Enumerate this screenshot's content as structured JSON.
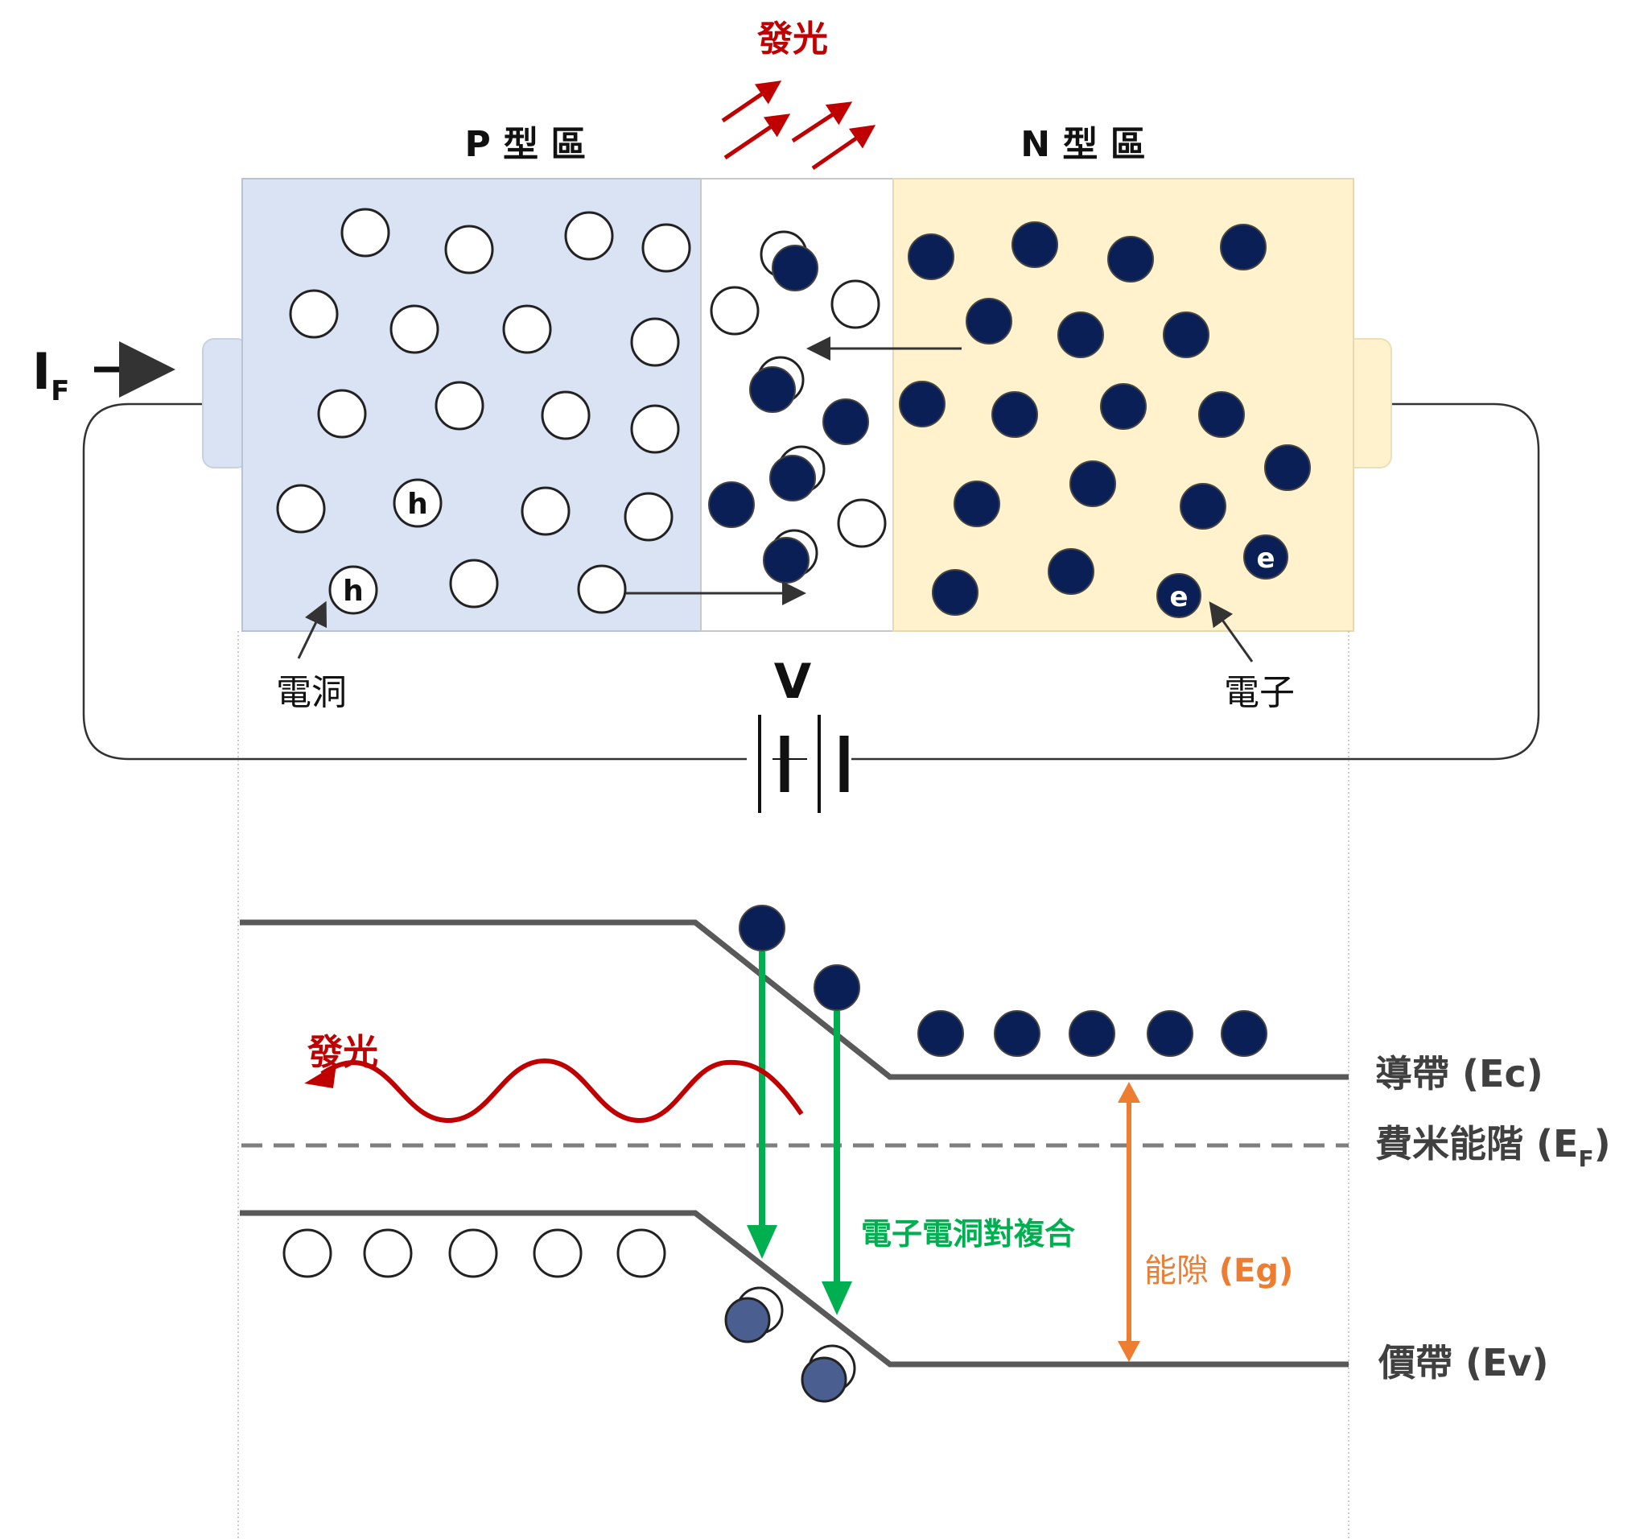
{
  "labels": {
    "light_top": "發光",
    "p_region": "P 型 區",
    "n_region": "N 型 區",
    "current_main": "I",
    "current_sub": "F",
    "hole_marker": "h",
    "electron_marker": "e",
    "hole": "電洞",
    "electron": "電子",
    "voltage": "V",
    "light_band": "發光",
    "conduction_band": "導帶 (Ec)",
    "fermi_main": "費米能階 (E",
    "fermi_sub": "F",
    "fermi_close": ")",
    "recombination": "電子電洞對複合",
    "gap_prefix": "能隙 ",
    "gap_symbol": "(Eg)",
    "valence_band": "價帶 (Ev)"
  },
  "colors": {
    "p_region": "#dae3f3",
    "n_region": "#fff2cc",
    "depletion": "#ffffff",
    "electron": "#0b1f57",
    "hole_stroke": "#222222",
    "light": "#c00000",
    "recombination": "#00b050",
    "band_gap": "#ed7d31",
    "band_line": "#595959",
    "text": "#1a1a1a"
  }
}
